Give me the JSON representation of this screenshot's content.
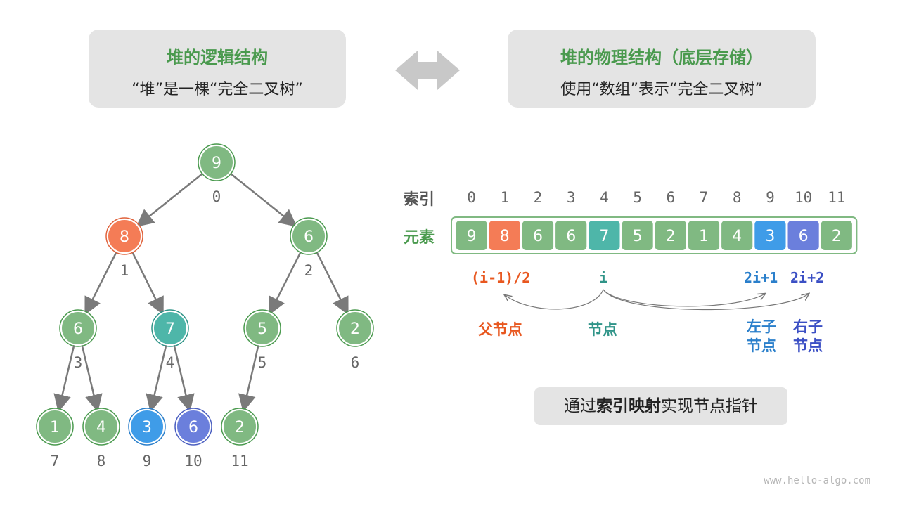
{
  "logical_panel": {
    "title": "堆的逻辑结构",
    "subtitle": "“堆”是一棵“完全二叉树”"
  },
  "physical_panel": {
    "title": "堆的物理结构（底层存储）",
    "subtitle": "使用“数组”表示“完全二叉树”"
  },
  "tree_nodes": [
    {
      "value": "9",
      "index": "0",
      "color": "#80b982",
      "stroke": "#4a9a4e"
    },
    {
      "value": "8",
      "index": "1",
      "color": "#f47c56",
      "stroke": "#e0623b"
    },
    {
      "value": "6",
      "index": "2",
      "color": "#80b982",
      "stroke": "#4a9a4e"
    },
    {
      "value": "6",
      "index": "3",
      "color": "#80b982",
      "stroke": "#4a9a4e"
    },
    {
      "value": "7",
      "index": "4",
      "color": "#4eb6a9",
      "stroke": "#2f9488"
    },
    {
      "value": "5",
      "index": "5",
      "color": "#80b982",
      "stroke": "#4a9a4e"
    },
    {
      "value": "2",
      "index": "6",
      "color": "#80b982",
      "stroke": "#4a9a4e"
    },
    {
      "value": "1",
      "index": "7",
      "color": "#80b982",
      "stroke": "#4a9a4e"
    },
    {
      "value": "4",
      "index": "8",
      "color": "#80b982",
      "stroke": "#4a9a4e"
    },
    {
      "value": "3",
      "index": "9",
      "color": "#3f9ce8",
      "stroke": "#2a7fcb"
    },
    {
      "value": "6",
      "index": "10",
      "color": "#6b7fdc",
      "stroke": "#4b5fc0"
    },
    {
      "value": "2",
      "index": "11",
      "color": "#80b982",
      "stroke": "#4a9a4e"
    }
  ],
  "array": {
    "index_label": "索引",
    "element_label": "元素",
    "indices": [
      "0",
      "1",
      "2",
      "3",
      "4",
      "5",
      "6",
      "7",
      "8",
      "9",
      "10",
      "11"
    ],
    "values": [
      "9",
      "8",
      "6",
      "6",
      "7",
      "5",
      "2",
      "1",
      "4",
      "3",
      "6",
      "2"
    ],
    "colors": [
      "#80b982",
      "#f47c56",
      "#80b982",
      "#80b982",
      "#4eb6a9",
      "#80b982",
      "#80b982",
      "#80b982",
      "#80b982",
      "#3f9ce8",
      "#6b7fdc",
      "#80b982"
    ],
    "border_color": "#80b982"
  },
  "formulas": {
    "parent": "(i-1)/2",
    "self": "i",
    "left": "2i+1",
    "right": "2i+2"
  },
  "node_labels": {
    "parent": "父节点",
    "self": "节点",
    "left": "左子\n节点",
    "right": "右子\n节点"
  },
  "colors": {
    "parent": "#e8571f",
    "self": "#2f9488",
    "left": "#2a7fcb",
    "right": "#3b4fc4",
    "green_title": "#4a9a4e"
  },
  "bottom_box": {
    "prefix": "通过",
    "bold": "索引映射",
    "suffix": "实现节点指针"
  },
  "watermark": "www.hello-algo.com"
}
